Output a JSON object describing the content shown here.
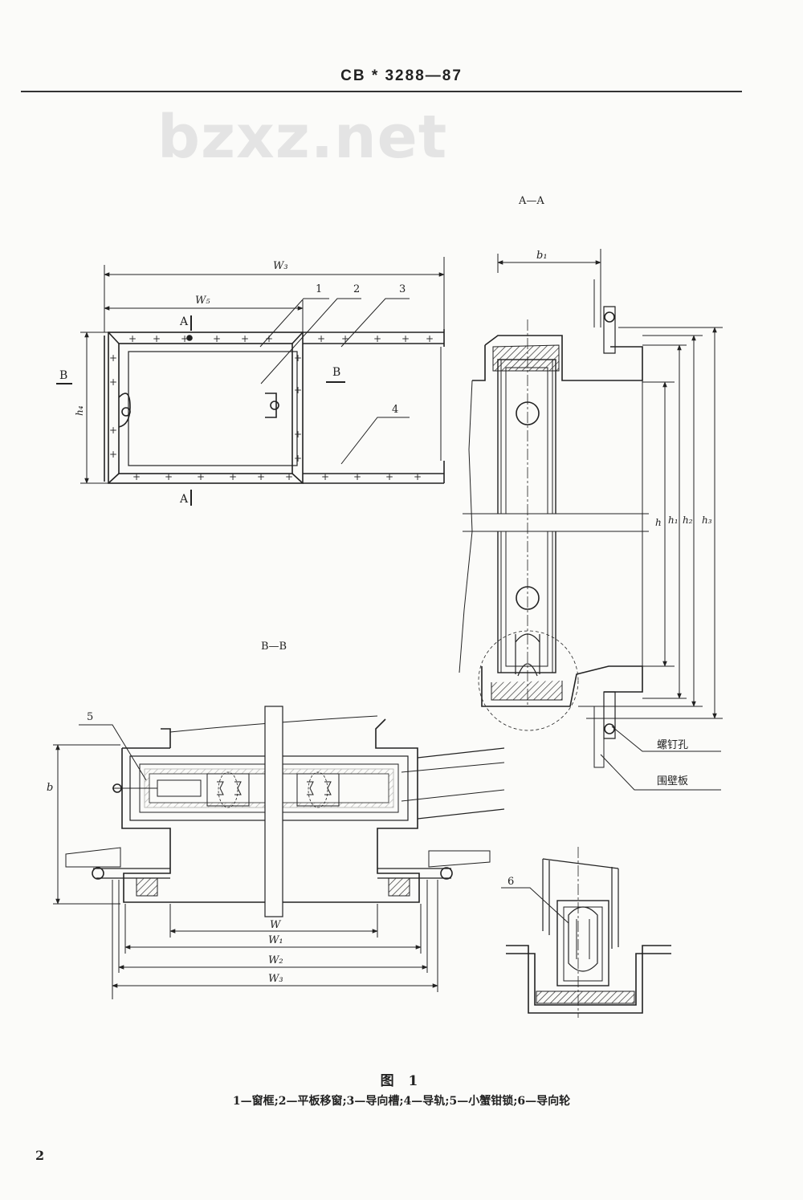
{
  "header": {
    "code": "CB * 3288—87"
  },
  "watermark": "bzxz.net",
  "views": {
    "section_aa": "A—A",
    "section_bb": "B—B",
    "marker_a": "A",
    "marker_b": "B"
  },
  "dimensions": {
    "W": "W",
    "W1": "W₁",
    "W2": "W₂",
    "W3": "W₃",
    "W5": "W₅",
    "h": "h",
    "h1": "h₁",
    "h2": "h₂",
    "h3": "h₃",
    "h4": "h₄",
    "b": "b",
    "b1": "b₁"
  },
  "callouts": {
    "c1": "1",
    "c2": "2",
    "c3": "3",
    "c4": "4",
    "c5": "5",
    "c6": "6",
    "screw_hole": "螺钉孔",
    "wall_plate": "围壁板"
  },
  "caption": {
    "title": "图 1",
    "legend": "1—窗框;2—平板移窗;3—导向槽;4—导轨;5—小蟹钳锁;6—导向轮"
  },
  "page_number": "2"
}
